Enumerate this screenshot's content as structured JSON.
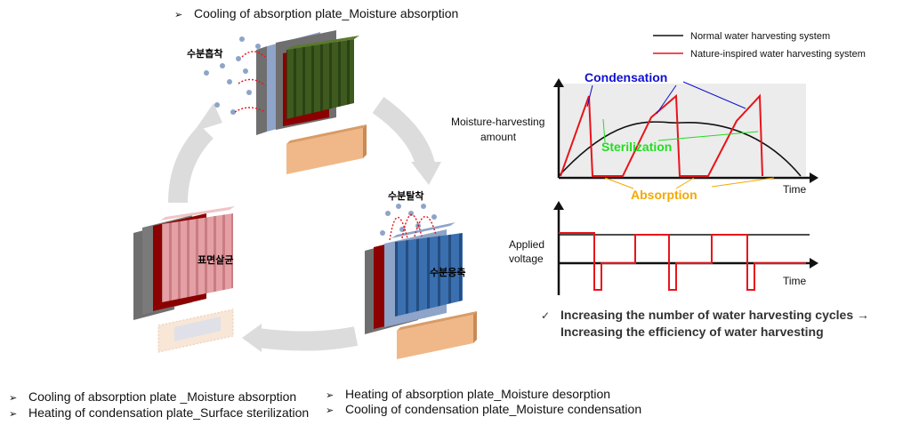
{
  "top_caption": "Cooling of absorption plate_Moisture absorption",
  "labels": {
    "moisture_absorption_kr": "수분흡착",
    "moisture_desorption_kr": "수분탈착",
    "surface_sterilization_kr": "표면살균",
    "moisture_condensation_kr": "수분응축"
  },
  "legend": {
    "normal": "Normal water harvesting system",
    "nature": "Nature-inspired water harvesting system"
  },
  "chart_top": {
    "ylabel_line1": "Moisture-harvesting",
    "ylabel_line2": "amount",
    "xlabel": "Time",
    "condensation": "Condensation",
    "sterilization": "Sterilization",
    "absorption": "Absorption"
  },
  "chart_bottom": {
    "ylabel_line1": "Applied",
    "ylabel_line2": "voltage",
    "xlabel": "Time"
  },
  "conclusion": {
    "mark": "✓",
    "line1": "Increasing the number of water harvesting cycles →",
    "line2": "Increasing the efficiency of water harvesting"
  },
  "bottom_bullets": {
    "mark": "➢",
    "left_1": "Cooling of absorption plate _Moisture absorption",
    "left_2": "Heating of condensation plate_Surface sterilization",
    "right_1": "Heating of absorption plate_Moisture desorption",
    "right_2": "Cooling of condensation plate_Moisture condensation"
  },
  "colors": {
    "normal_line": "#111111",
    "nature_line": "#e8141b",
    "condensation": "#1010d0",
    "sterilization": "#22dd22",
    "absorption": "#f5a800",
    "arrow_gray": "#dcdcdc",
    "plate_gray": "#6f6f6f",
    "absorb_blue": "#8ea4c8",
    "fin_green": "#3e5a1e",
    "fin_pink": "#e4a0a4",
    "fin_blue": "#3a6fb0",
    "tray": "#f0b888"
  }
}
